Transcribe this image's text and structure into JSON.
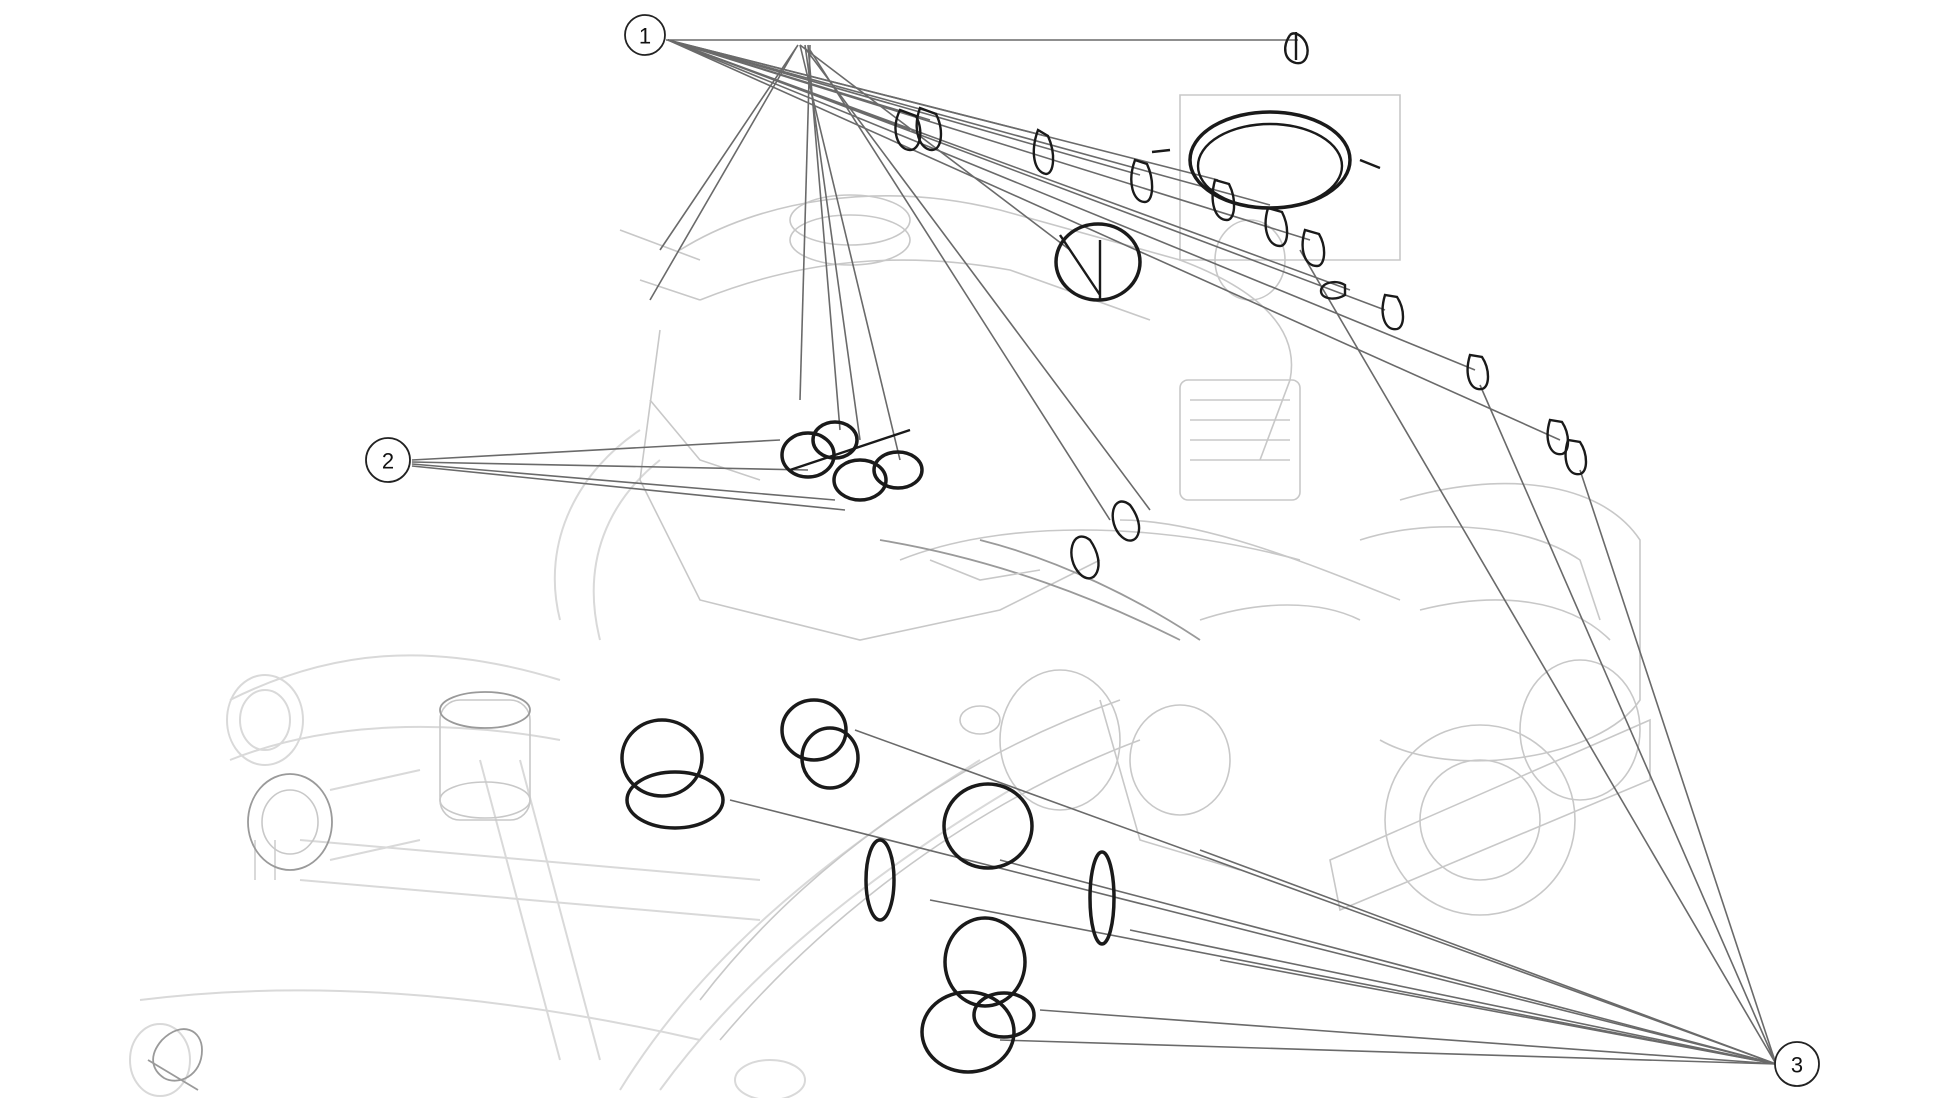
{
  "callouts": [
    {
      "id": "1",
      "label": "1"
    },
    {
      "id": "2",
      "label": "2"
    },
    {
      "id": "3",
      "label": "3"
    }
  ],
  "icons": {
    "clamp": "hose-clamp-icon",
    "spring_clip": "spring-clip-icon"
  },
  "colors": {
    "background": "#ffffff",
    "highlight": "#1a1a1a",
    "ghost": "#d9d9d9",
    "leader": "#6a6a6a"
  }
}
